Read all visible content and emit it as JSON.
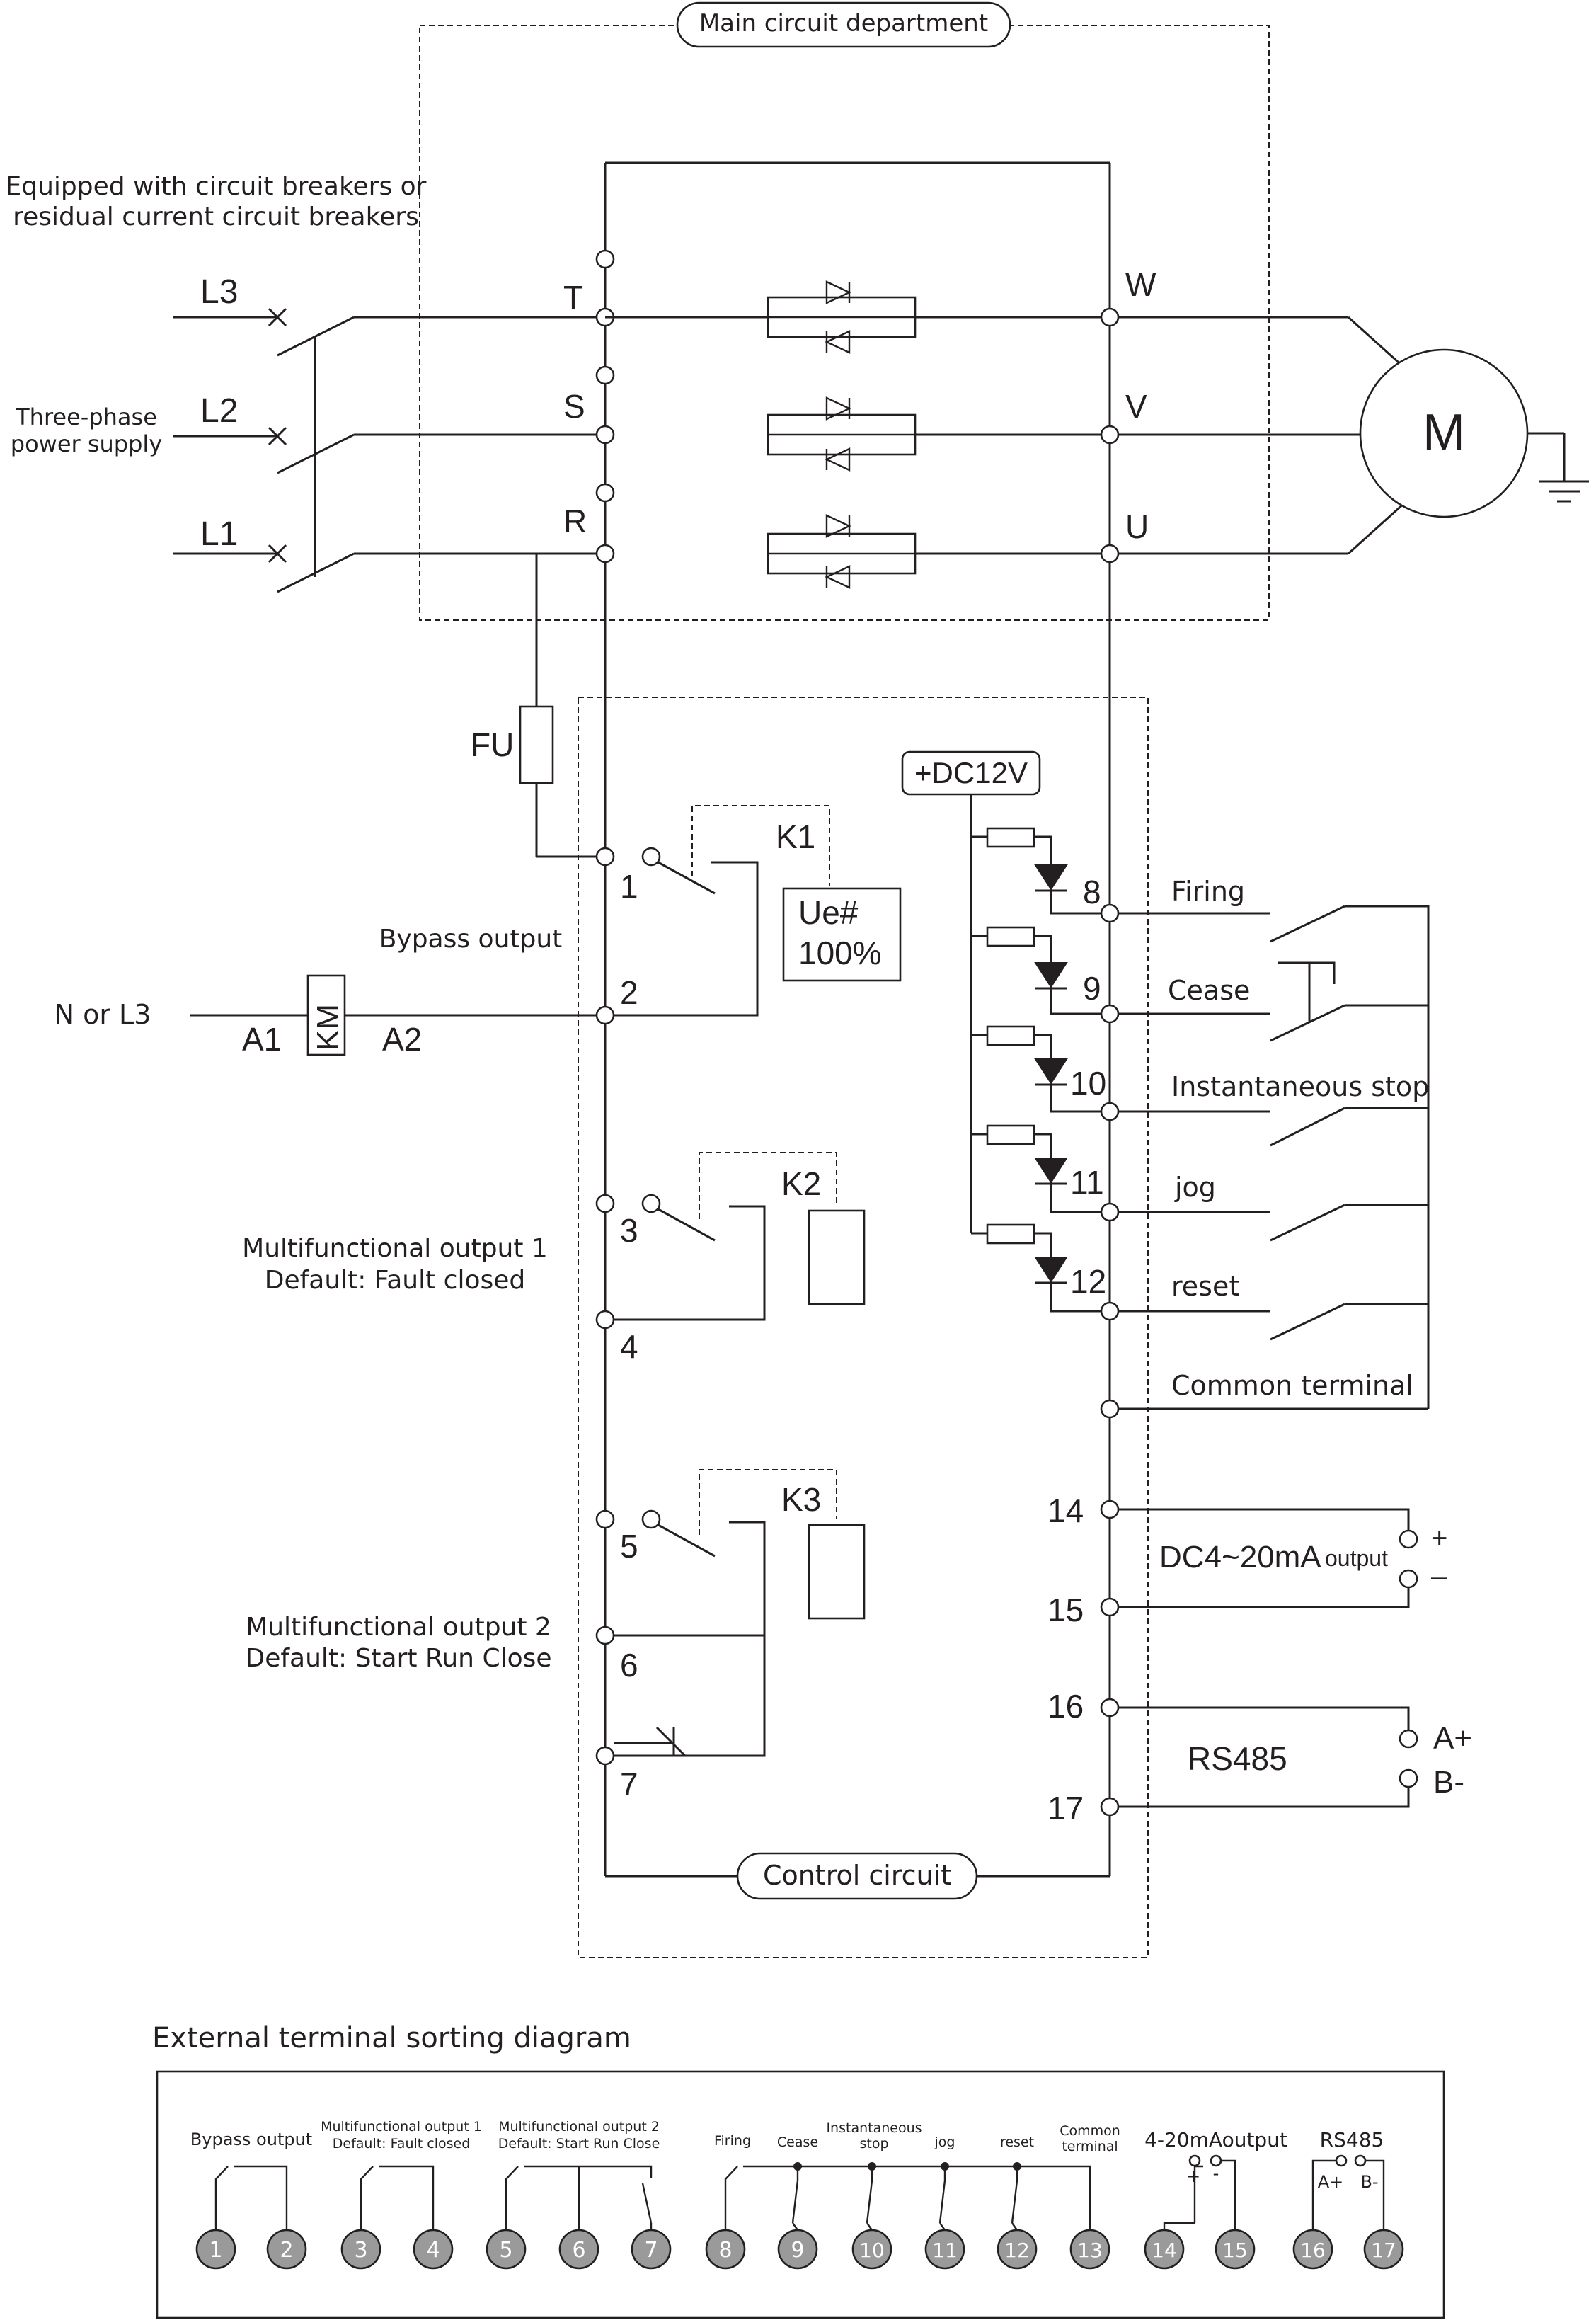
{
  "main_circuit": {
    "title": "Main circuit department",
    "breaker_note_line1": "Equipped with circuit breakers or",
    "breaker_note_line2": "residual current circuit breakers",
    "supply_line1": "Three-phase",
    "supply_line2": "power supply",
    "phases": [
      "L3",
      "L2",
      "L1"
    ],
    "inputs": [
      "T",
      "S",
      "R"
    ],
    "outputs": [
      "W",
      "V",
      "U"
    ],
    "motor": "M"
  },
  "control_circuit": {
    "title": "Control circuit",
    "fuse": "FU",
    "k1": "K1",
    "k2": "K2",
    "k3": "K3",
    "ue_line1": "Ue#",
    "ue_line2": "100%",
    "bypass_label": "Bypass output",
    "n_or_l3": "N or L3",
    "km": "KM",
    "a1": "A1",
    "a2": "A2",
    "mf1_line1": "Multifunctional output 1",
    "mf1_line2": "Default: Fault closed",
    "mf2_line1": "Multifunctional output 2",
    "mf2_line2": "Default: Start Run Close",
    "dc12v": "+DC12V",
    "left_terminals": [
      "1",
      "2",
      "3",
      "4",
      "5",
      "6",
      "7"
    ],
    "input_terminals": [
      "8",
      "9",
      "10",
      "11",
      "12"
    ],
    "input_labels": [
      "Firing",
      "Cease",
      "Instantaneous stop",
      "jog",
      "reset"
    ],
    "common_terminal": "Common terminal",
    "analog_terminals": [
      "14",
      "15"
    ],
    "analog_main": "DC4~20mA",
    "analog_sub": "output",
    "plus": "+",
    "minus": "–",
    "rs485_terminals": [
      "16",
      "17"
    ],
    "rs485": "RS485",
    "a_plus": "A+",
    "b_minus": "B-"
  },
  "external": {
    "title": "External terminal sorting diagram",
    "bypass": "Bypass output",
    "mf1_line1": "Multifunctional output 1",
    "mf1_line2": "Default: Fault closed",
    "mf2_line1": "Multifunctional output 2",
    "mf2_line2": "Default: Start Run Close",
    "firing": "Firing",
    "cease": "Cease",
    "inst_line1": "Instantaneous",
    "inst_line2": "stop",
    "jog": "jog",
    "reset": "reset",
    "common_line1": "Common",
    "common_line2": "terminal",
    "analog": "4-20mAoutput",
    "plus": "+",
    "minus": "-",
    "rs485": "RS485",
    "a_plus": "A+",
    "b_minus": "B-",
    "terminals": [
      "1",
      "2",
      "3",
      "4",
      "5",
      "6",
      "7",
      "8",
      "9",
      "10",
      "11",
      "12",
      "13",
      "14",
      "15",
      "16",
      "17"
    ]
  }
}
